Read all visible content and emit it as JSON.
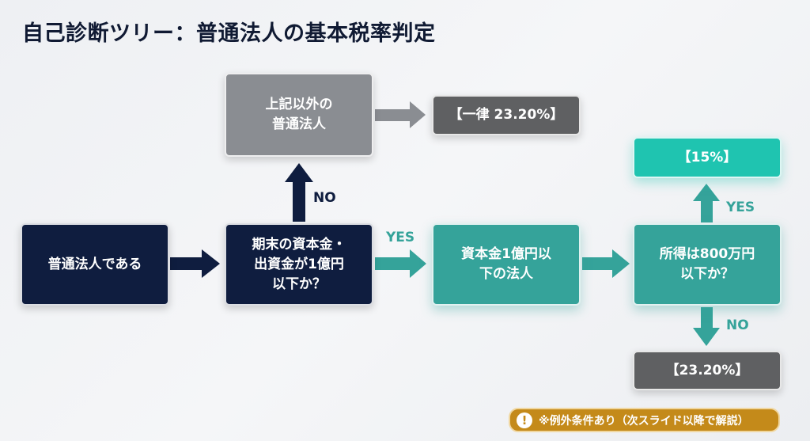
{
  "title": "自己診断ツリー：普通法人の基本税率判定",
  "nodes": {
    "start": "普通法人である",
    "q_capital": "期末の資本金・\n出資金が1億円\n以下か？",
    "other_corp": "上記以外の\n普通法人",
    "uniform_rate": "【一律 23.20%】",
    "small_corp": "資本金1億円以\n下の法人",
    "q_income": "所得は800万円\n以下か？",
    "rate_15": "【15%】",
    "rate_2320": "【23.20%】"
  },
  "labels": {
    "q_capital_no": "NO",
    "q_capital_yes": "YES",
    "q_income_yes": "YES",
    "q_income_no": "NO"
  },
  "note": {
    "icon": "exclamation-icon",
    "icon_glyph": "!",
    "text": "※例外条件あり（次スライド以降で解説）"
  },
  "colors": {
    "navy": "#0f1d3f",
    "teal": "#35a39a",
    "bright_teal": "#1fc4b0",
    "gray": "#8a8d92",
    "dark_gray": "#5f6062",
    "gold": "#c48a1a"
  }
}
